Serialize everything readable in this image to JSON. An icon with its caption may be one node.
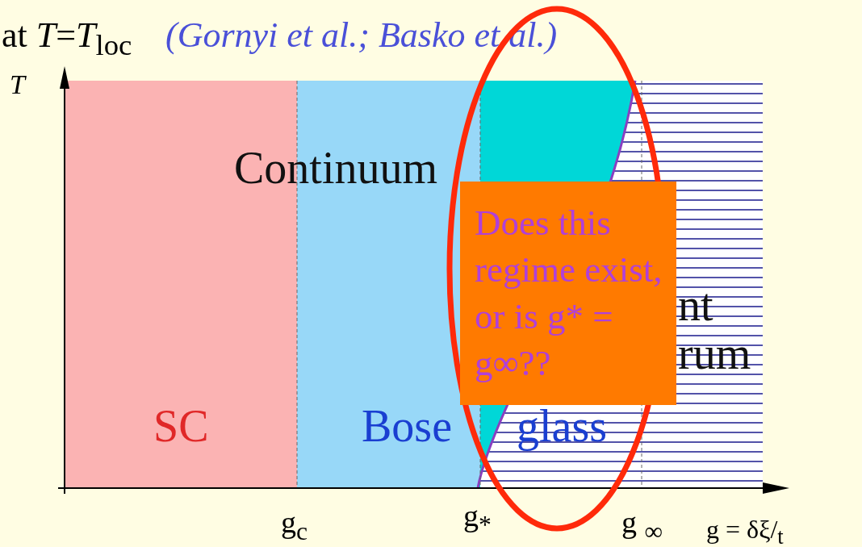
{
  "diagram": {
    "title": "at *T*=*T*$_{loc}$",
    "nodes": [
      {
        "text": [
          "Does this regime exist, or is g* = g∞??"
        ]
      }
    ],
    "labels": [
      "(Gornyi et al.; Basko et al.)",
      "T",
      "Continuum",
      "SC",
      "Bose",
      "glass",
      "nt",
      "rum",
      "g$_{c}$",
      "g$_{*}$",
      "g $_{∞}$",
      "g = δξ/$_{t}$"
    ]
  }
}
